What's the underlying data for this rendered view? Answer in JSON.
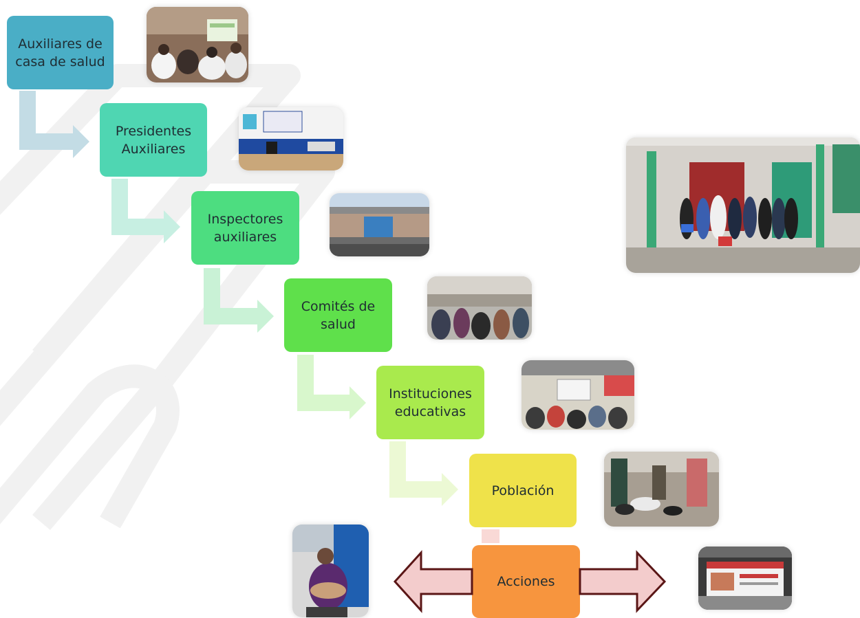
{
  "diagram": {
    "steps": [
      {
        "label": "Auxiliares de casa de salud",
        "color": "#4aaec6",
        "text_color": "#1f2d33"
      },
      {
        "label": "Presidentes Auxiliares",
        "color": "#4fd6b2",
        "text_color": "#1f2d33"
      },
      {
        "label": "Inspectores auxiliares",
        "color": "#4ddd80",
        "text_color": "#1f2d33"
      },
      {
        "label": "Comités de salud",
        "color": "#5fe04b",
        "text_color": "#1f2d33"
      },
      {
        "label": "Instituciones educativas",
        "color": "#a9ea4d",
        "text_color": "#1f2d33"
      },
      {
        "label": "Población",
        "color": "#efe24a",
        "text_color": "#1f2d33"
      },
      {
        "label": "Acciones",
        "color": "#f7953e",
        "text_color": "#1f2d33"
      }
    ],
    "connector_colors": [
      "#c3dce5",
      "#c7efe2",
      "#c9f2d6",
      "#d8f7cc",
      "#ecf9d4",
      "#fdf7d9",
      "#f9d9d6"
    ],
    "double_arrow": {
      "fill": "#f3cccc",
      "stroke": "#5a1616"
    },
    "photos": [
      {
        "subject": "classroom-training",
        "name": "photo-auxiliares-training"
      },
      {
        "subject": "presidencia-auxiliar-building",
        "name": "photo-presidencia-building"
      },
      {
        "subject": "school-gate",
        "name": "photo-school-gate"
      },
      {
        "subject": "street-crowd",
        "name": "photo-street-crowd"
      },
      {
        "subject": "classroom-presentation",
        "name": "photo-classroom-presentation"
      },
      {
        "subject": "people-with-dogs",
        "name": "photo-people-dogs"
      },
      {
        "subject": "group-in-front-of-building",
        "name": "photo-group-building"
      },
      {
        "subject": "woman-holding-dog",
        "name": "photo-woman-dog"
      },
      {
        "subject": "banner-on-wall",
        "name": "photo-banner-wall"
      }
    ]
  }
}
